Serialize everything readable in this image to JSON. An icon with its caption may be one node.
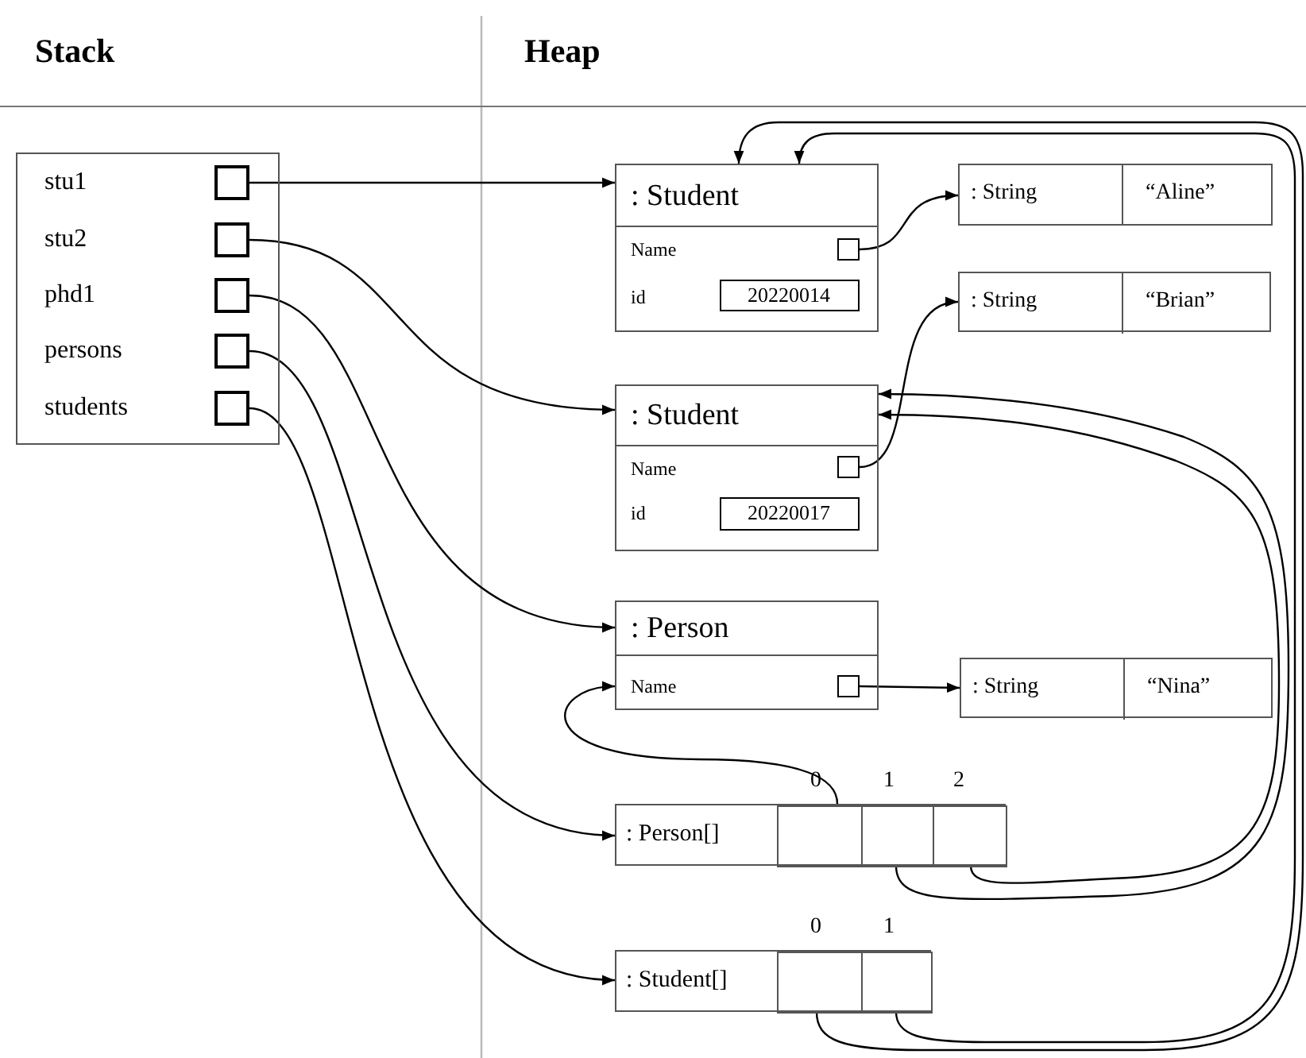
{
  "diagram": {
    "nodes": [
      {
        "text": [],
        "shape": "box"
      },
      {
        "text": [
          "stu1"
        ],
        "in": 0
      },
      {
        "text": [],
        "shape": "box",
        "in": 0
      },
      {
        "text": [
          "stu2"
        ],
        "in": 0
      },
      {
        "text": [],
        "shape": "box",
        "in": 0
      },
      {
        "text": [
          "phd1"
        ],
        "in": 0
      },
      {
        "text": [],
        "shape": "box",
        "in": 0
      },
      {
        "text": [
          "persons"
        ],
        "in": 0
      },
      {
        "text": [],
        "shape": "box",
        "in": 0
      },
      {
        "text": [
          "students"
        ],
        "in": 0
      },
      {
        "text": [],
        "shape": "box",
        "in": 0
      },
      {
        "text": [
          ": Student",
          "Name",
          "id"
        ]
      },
      {
        "text": [],
        "shape": "box",
        "in": 11
      },
      {
        "text": [
          "20220014"
        ],
        "in": 11
      },
      {
        "text": [
          ": String",
          "“Aline”"
        ]
      },
      {
        "text": [
          ": String",
          "“Brian”"
        ]
      },
      {
        "text": [
          ": Student",
          "Name",
          "id"
        ]
      },
      {
        "text": [],
        "shape": "box",
        "in": 16
      },
      {
        "text": [
          "20220017"
        ],
        "in": 16
      },
      {
        "text": [
          ": Person",
          "Name"
        ]
      },
      {
        "text": [],
        "shape": "box",
        "in": 19
      },
      {
        "text": [
          ": String",
          "“Nina”"
        ]
      },
      {
        "text": [
          ": Person[]"
        ]
      },
      {
        "text": [],
        "shape": "box",
        "in": 22,
        "beside": [
          "0"
        ]
      },
      {
        "text": [],
        "shape": "box",
        "in": 22,
        "beside": [
          "1"
        ]
      },
      {
        "text": [],
        "shape": "box",
        "in": 22,
        "beside": [
          "2"
        ]
      },
      {
        "text": [
          ": Student[]"
        ]
      },
      {
        "text": [],
        "shape": "box",
        "in": 26,
        "beside": [
          "0"
        ]
      },
      {
        "text": [],
        "shape": "box",
        "in": 26,
        "beside": [
          "1"
        ]
      }
    ],
    "edges": [
      {
        "from": 2,
        "to": 11,
        "arrow": "to"
      },
      {
        "from": 4,
        "to": 16,
        "arrow": "to"
      },
      {
        "from": 6,
        "to": 19,
        "arrow": "to"
      },
      {
        "from": 8,
        "to": 22,
        "arrow": "to"
      },
      {
        "from": 10,
        "to": 26,
        "arrow": "to"
      },
      {
        "from": 12,
        "to": 14,
        "arrow": "to"
      },
      {
        "from": 17,
        "to": 15,
        "arrow": "to"
      },
      {
        "from": 20,
        "to": 21,
        "arrow": "to"
      },
      {
        "from": 23,
        "to": 19,
        "arrow": "to"
      },
      {
        "from": 24,
        "to": 16,
        "arrow": "to"
      },
      {
        "from": 25,
        "to": 16,
        "arrow": "to"
      },
      {
        "from": 27,
        "to": 11,
        "arrow": "to"
      },
      {
        "from": 28,
        "to": 11,
        "arrow": "to"
      }
    ],
    "labels": [
      "Stack",
      "Heap"
    ]
  }
}
